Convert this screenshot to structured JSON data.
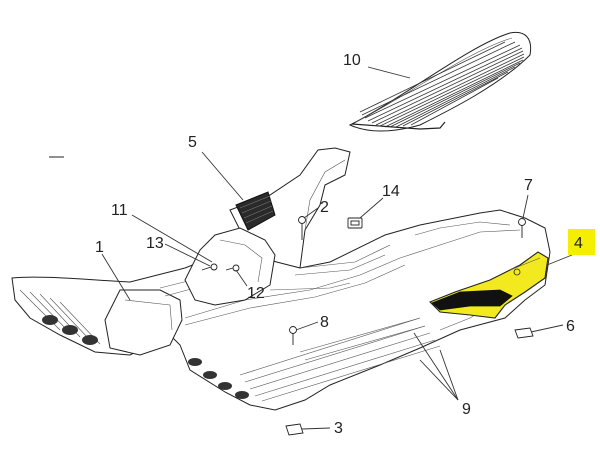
{
  "callouts": [
    {
      "id": "1",
      "label": "1"
    },
    {
      "id": "2",
      "label": "2"
    },
    {
      "id": "3",
      "label": "3"
    },
    {
      "id": "4",
      "label": "4"
    },
    {
      "id": "5",
      "label": "5"
    },
    {
      "id": "6",
      "label": "6"
    },
    {
      "id": "7",
      "label": "7"
    },
    {
      "id": "8",
      "label": "8"
    },
    {
      "id": "9",
      "label": "9"
    },
    {
      "id": "10",
      "label": "10"
    },
    {
      "id": "11",
      "label": "11"
    },
    {
      "id": "12",
      "label": "12"
    },
    {
      "id": "13",
      "label": "13"
    },
    {
      "id": "14",
      "label": "14"
    }
  ],
  "highlight": {
    "part": "4",
    "color": "#f2ea1e",
    "label_box_color": "#f4ee00"
  }
}
